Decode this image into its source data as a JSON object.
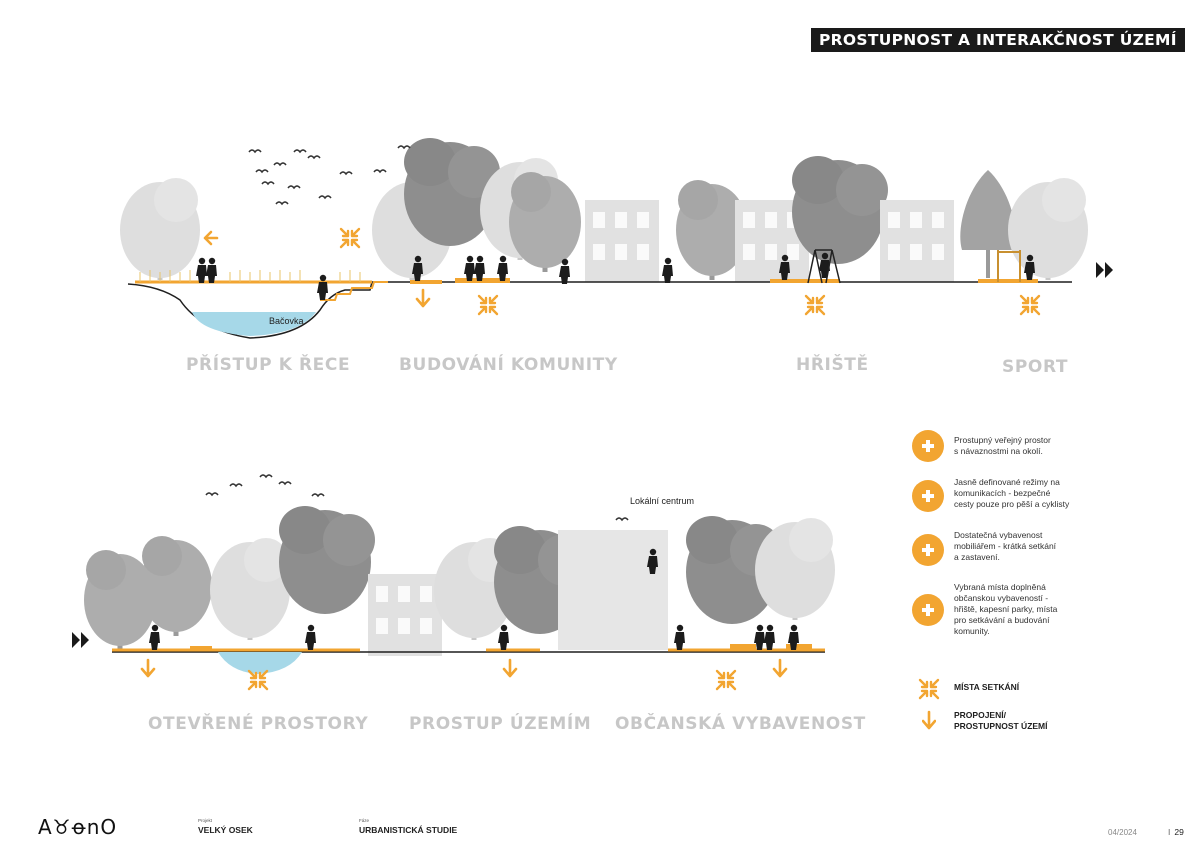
{
  "header": {
    "title": "PROSTUPNOST A INTERAKČNOST ÚZEMÍ"
  },
  "section_labels": {
    "river": "PŘÍSTUP K ŘECE",
    "community": "BUDOVÁNÍ KOMUNITY",
    "playground": "HŘIŠTĚ",
    "sport": "SPORT",
    "open_spaces": "OTEVŘENÉ PROSTORY",
    "permeability": "PROSTUP ÚZEMÍM",
    "amenities": "OBČANSKÁ VYBAVENOST"
  },
  "annotations": {
    "river_name": "Bačovka",
    "local_center": "Lokální centrum"
  },
  "legend": {
    "items": [
      {
        "icon": "plus-circle-icon",
        "text": "Prostupný veřejný prostor\ns návaznostmi na okolí."
      },
      {
        "icon": "plus-circle-icon",
        "text": "Jasně definované režimy na\nkomunikacích - bezpečné\ncesty pouze pro pěší a cyklisty"
      },
      {
        "icon": "plus-circle-icon",
        "text": "Dostatečná vybavenost\nmobiliářem - krátká setkání\na zastavení."
      },
      {
        "icon": "plus-circle-icon",
        "text": "Vybraná místa doplněná\nobčanskou vybaveností -\nhřiště, kapesní parky, místa\npro setkávání a budování\nkomunity."
      }
    ],
    "keys": [
      {
        "icon": "converging-arrows-icon",
        "label": "MÍSTA SETKÁNÍ"
      },
      {
        "icon": "down-arrow-icon",
        "label": "PROPOJENÍ/\nPROSTUPNOST ÚZEMÍ"
      }
    ]
  },
  "footer": {
    "logo": "A♉ꝋnO",
    "project_caption": "Projekt",
    "project": "VELKÝ OSEK",
    "phase_caption": "Fáze",
    "phase": "URBANISTICKÁ STUDIE",
    "date": "04/2024",
    "page_separator": "I",
    "page": "29"
  },
  "colors": {
    "accent": "#f2a531",
    "ground": "#1f1f1f",
    "water": "#a6d8e8",
    "tree_dark": "#8b8b8b",
    "tree_light": "#d6d6d6",
    "building": "#dcdcdc"
  }
}
